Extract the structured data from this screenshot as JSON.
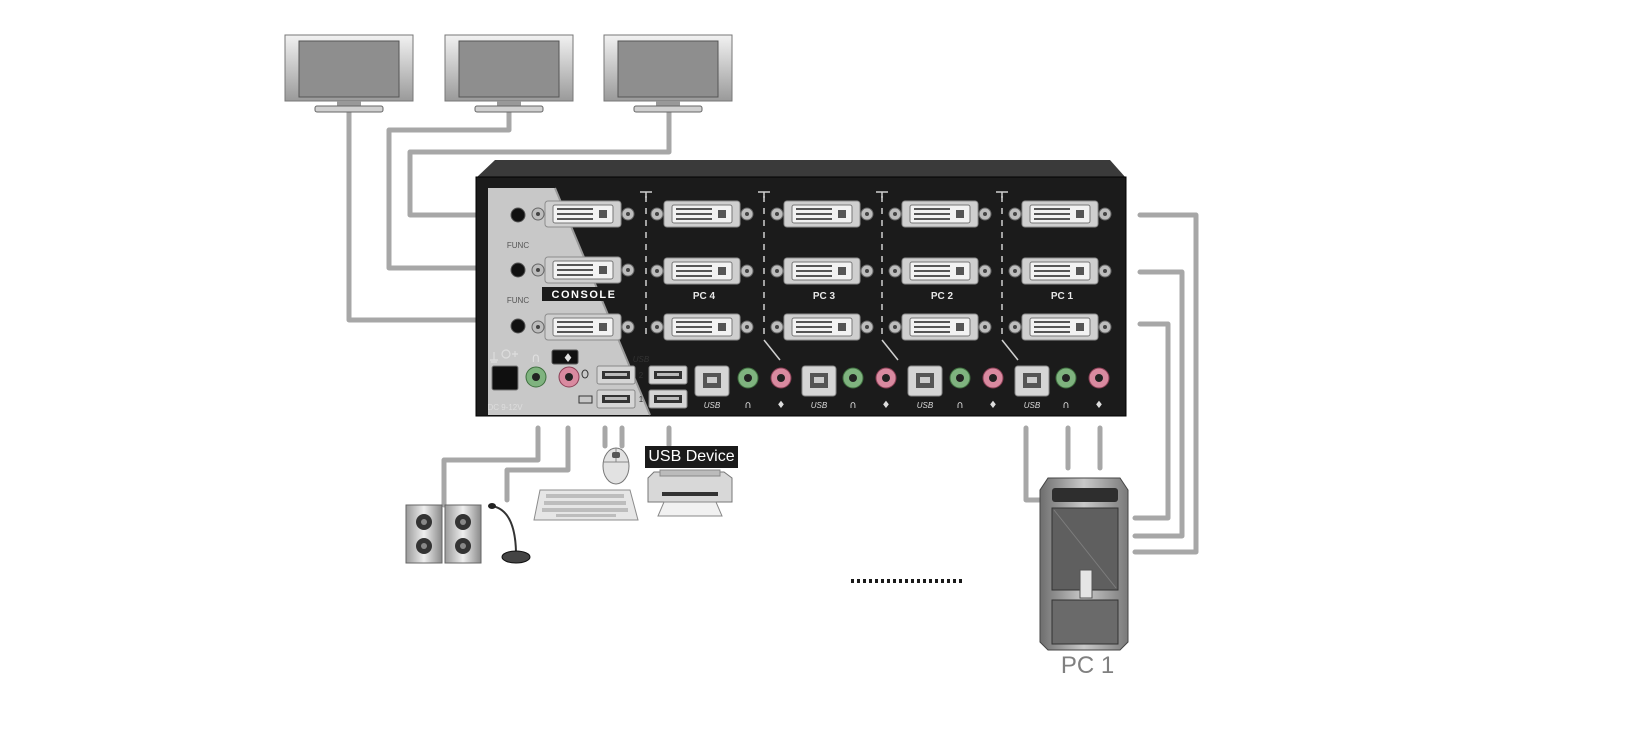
{
  "labels": {
    "usb_device": "USB Device",
    "pc1": "PC 1",
    "console": "CONSOLE",
    "func": "FUNC",
    "usb": "USB",
    "usb_port_1": "1",
    "usb_port_2": "2",
    "dc_power": "DC 9-12V",
    "pc_ports": [
      "PC 4",
      "PC 3",
      "PC 2",
      "PC 1"
    ]
  },
  "colors": {
    "cable": "#a7a7a7",
    "chassis": "#1b1b1b",
    "console_panel": "#c8c8c8",
    "port_silver": "#d9d9d9",
    "audio_green": "#7fb37f",
    "audio_pink": "#d98aa0",
    "label_bg": "#1a1a1a",
    "pc_label": "#808080"
  },
  "icons": [
    "monitor-icon",
    "speaker-icon",
    "microphone-icon",
    "keyboard-icon",
    "mouse-icon",
    "printer-icon",
    "pc-tower-icon",
    "headphone-icon",
    "mic-port-icon"
  ]
}
